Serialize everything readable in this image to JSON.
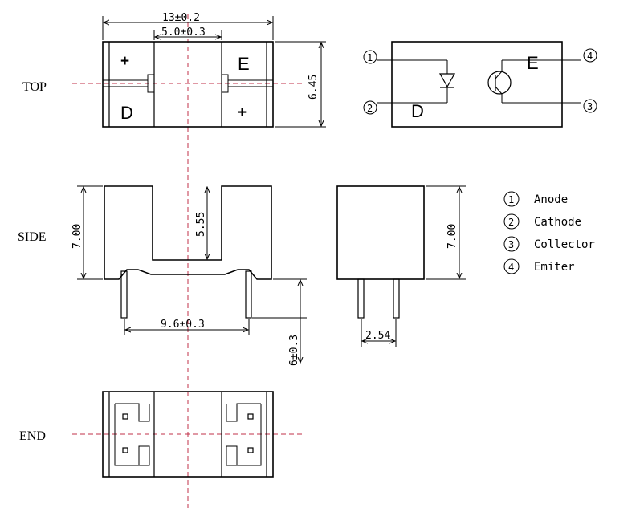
{
  "views": {
    "top": "TOP",
    "side": "SIDE",
    "end": "END"
  },
  "top_view": {
    "marks": {
      "plus_left": "+",
      "e_right": "E",
      "d_left": "D",
      "plus_right": "+"
    },
    "dims": {
      "overall_width": "13±0.2",
      "slot_width": "5.0±0.3",
      "depth": "6.45"
    }
  },
  "schematic": {
    "e_label": "E",
    "d_label": "D",
    "pins": [
      "1",
      "2",
      "3",
      "4"
    ]
  },
  "side_view": {
    "dims": {
      "height": "7.00",
      "slot_depth": "5.55",
      "pin_pitch": "9.6±0.3",
      "pin_length": "6±0.3"
    }
  },
  "right_side_view": {
    "dims": {
      "height": "7.00",
      "pin_spacing": "2.54"
    }
  },
  "legend": [
    {
      "num": "1",
      "label": "Anode"
    },
    {
      "num": "2",
      "label": "Cathode"
    },
    {
      "num": "3",
      "label": "Collector"
    },
    {
      "num": "4",
      "label": "Emiter"
    }
  ]
}
